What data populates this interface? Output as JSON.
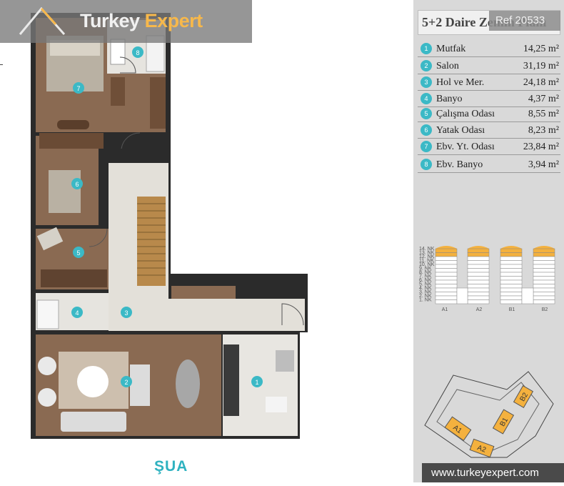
{
  "header": {
    "logo_word1": "Turkey",
    "logo_word2": "Expert",
    "ref": "Ref 20533"
  },
  "panel": {
    "title": "5+2 Daire Zemin Planı",
    "rooms": [
      {
        "num": "1",
        "name": "Mutfak",
        "area": "14,25 m²"
      },
      {
        "num": "2",
        "name": "Salon",
        "area": "31,19 m²"
      },
      {
        "num": "3",
        "name": "Hol ve Mer.",
        "area": "24,18 m²"
      },
      {
        "num": "4",
        "name": "Banyo",
        "area": "4,37 m²"
      },
      {
        "num": "5",
        "name": "Çalışma Odası",
        "area": "8,55 m²"
      },
      {
        "num": "6",
        "name": "Yatak Odası",
        "area": "8,23 m²"
      },
      {
        "num": "7",
        "name": "Ebv. Yt. Odası",
        "area": "23,84 m²"
      },
      {
        "num": "8",
        "name": "Ebv. Banyo",
        "area": "3,94 m²"
      }
    ],
    "floors": [
      "14. NK",
      "13. NK",
      "12. NK",
      "11. NK",
      "10. NK",
      "9. NK",
      "8. NK",
      "7. NK",
      "6. NK",
      "5. NK",
      "4. NK",
      "3. NK",
      "2. NK",
      "1. NK"
    ],
    "towers": [
      "A1",
      "A2",
      "B1",
      "B2"
    ],
    "footer_url": "www.turkeyexpert.com"
  },
  "plan": {
    "brand": "ŞUA",
    "markers": [
      "1",
      "2",
      "3",
      "4",
      "5",
      "6",
      "7",
      "8"
    ]
  },
  "colors": {
    "accent": "#3bb9c6",
    "wood": "#8a6a52",
    "tile": "#e3e0d9",
    "wall": "#2b2b2b",
    "tower_fill": "#f4b13e"
  }
}
